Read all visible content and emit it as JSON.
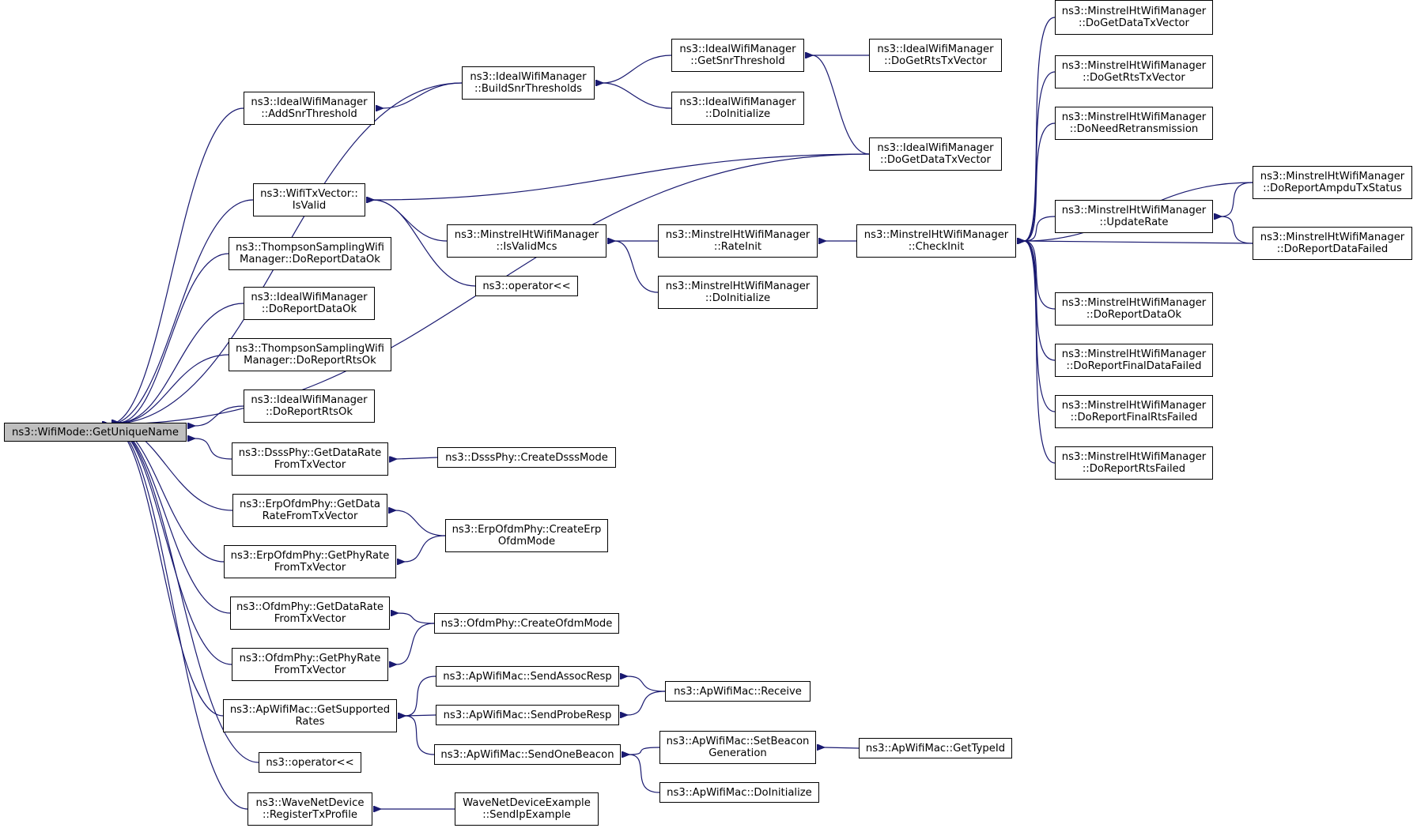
{
  "diagram": {
    "root": "n0",
    "colors": {
      "edge": "#191970",
      "border": "#000000",
      "root_fill": "#bfbfbf",
      "node_fill": "#ffffff"
    },
    "nodes": [
      {
        "id": "n0",
        "label": "ns3::WifiMode::GetUniqueName"
      },
      {
        "id": "n1",
        "label": "ns3::IdealWifiManager\n::AddSnrThreshold"
      },
      {
        "id": "n2",
        "label": "ns3::IdealWifiManager\n::BuildSnrThresholds"
      },
      {
        "id": "n3",
        "label": "ns3::IdealWifiManager\n::GetSnrThreshold"
      },
      {
        "id": "n4",
        "label": "ns3::IdealWifiManager\n::DoInitialize"
      },
      {
        "id": "n5",
        "label": "ns3::IdealWifiManager\n::DoGetRtsTxVector"
      },
      {
        "id": "n6",
        "label": "ns3::IdealWifiManager\n::DoGetDataTxVector"
      },
      {
        "id": "n7",
        "label": "ns3::WifiTxVector::\nIsValid"
      },
      {
        "id": "n8",
        "label": "ns3::MinstrelHtWifiManager\n::IsValidMcs"
      },
      {
        "id": "n9",
        "label": "ns3::operator<<"
      },
      {
        "id": "n10",
        "label": "ns3::MinstrelHtWifiManager\n::RateInit"
      },
      {
        "id": "n11",
        "label": "ns3::MinstrelHtWifiManager\n::DoInitialize"
      },
      {
        "id": "n12",
        "label": "ns3::MinstrelHtWifiManager\n::CheckInit"
      },
      {
        "id": "n13",
        "label": "ns3::MinstrelHtWifiManager\n::DoGetDataTxVector"
      },
      {
        "id": "n14",
        "label": "ns3::MinstrelHtWifiManager\n::DoGetRtsTxVector"
      },
      {
        "id": "n15",
        "label": "ns3::MinstrelHtWifiManager\n::DoNeedRetransmission"
      },
      {
        "id": "n16",
        "label": "ns3::MinstrelHtWifiManager\n::UpdateRate"
      },
      {
        "id": "n17",
        "label": "ns3::MinstrelHtWifiManager\n::DoReportAmpduTxStatus"
      },
      {
        "id": "n18",
        "label": "ns3::MinstrelHtWifiManager\n::DoReportDataFailed"
      },
      {
        "id": "n19",
        "label": "ns3::MinstrelHtWifiManager\n::DoReportDataOk"
      },
      {
        "id": "n20",
        "label": "ns3::MinstrelHtWifiManager\n::DoReportFinalDataFailed"
      },
      {
        "id": "n21",
        "label": "ns3::MinstrelHtWifiManager\n::DoReportFinalRtsFailed"
      },
      {
        "id": "n22",
        "label": "ns3::MinstrelHtWifiManager\n::DoReportRtsFailed"
      },
      {
        "id": "n23",
        "label": "ns3::ThompsonSamplingWifi\nManager::DoReportDataOk"
      },
      {
        "id": "n24",
        "label": "ns3::IdealWifiManager\n::DoReportDataOk"
      },
      {
        "id": "n25",
        "label": "ns3::ThompsonSamplingWifi\nManager::DoReportRtsOk"
      },
      {
        "id": "n26",
        "label": "ns3::IdealWifiManager\n::DoReportRtsOk"
      },
      {
        "id": "n27",
        "label": "ns3::DsssPhy::GetDataRate\nFromTxVector"
      },
      {
        "id": "n28",
        "label": "ns3::DsssPhy::CreateDsssMode"
      },
      {
        "id": "n29",
        "label": "ns3::ErpOfdmPhy::GetData\nRateFromTxVector"
      },
      {
        "id": "n30",
        "label": "ns3::ErpOfdmPhy::CreateErp\nOfdmMode"
      },
      {
        "id": "n31",
        "label": "ns3::ErpOfdmPhy::GetPhyRate\nFromTxVector"
      },
      {
        "id": "n32",
        "label": "ns3::OfdmPhy::GetDataRate\nFromTxVector"
      },
      {
        "id": "n33",
        "label": "ns3::OfdmPhy::CreateOfdmMode"
      },
      {
        "id": "n34",
        "label": "ns3::OfdmPhy::GetPhyRate\nFromTxVector"
      },
      {
        "id": "n35",
        "label": "ns3::ApWifiMac::GetSupported\nRates"
      },
      {
        "id": "n36",
        "label": "ns3::ApWifiMac::SendAssocResp"
      },
      {
        "id": "n37",
        "label": "ns3::ApWifiMac::SendProbeResp"
      },
      {
        "id": "n38",
        "label": "ns3::ApWifiMac::SendOneBeacon"
      },
      {
        "id": "n39",
        "label": "ns3::ApWifiMac::Receive"
      },
      {
        "id": "n40",
        "label": "ns3::ApWifiMac::SetBeacon\nGeneration"
      },
      {
        "id": "n41",
        "label": "ns3::ApWifiMac::GetTypeId"
      },
      {
        "id": "n42",
        "label": "ns3::ApWifiMac::DoInitialize"
      },
      {
        "id": "n43",
        "label": "ns3::operator<<"
      },
      {
        "id": "n44",
        "label": "ns3::WaveNetDevice\n::RegisterTxProfile"
      },
      {
        "id": "n45",
        "label": "WaveNetDeviceExample\n::SendIpExample"
      }
    ],
    "edges": [
      [
        "n2",
        "n0"
      ],
      [
        "n1",
        "n0"
      ],
      [
        "n6",
        "n0"
      ],
      [
        "n7",
        "n0"
      ],
      [
        "n23",
        "n0"
      ],
      [
        "n24",
        "n0"
      ],
      [
        "n25",
        "n0"
      ],
      [
        "n26",
        "n0"
      ],
      [
        "n27",
        "n0"
      ],
      [
        "n29",
        "n0"
      ],
      [
        "n31",
        "n0"
      ],
      [
        "n32",
        "n0"
      ],
      [
        "n34",
        "n0"
      ],
      [
        "n35",
        "n0"
      ],
      [
        "n43",
        "n0"
      ],
      [
        "n44",
        "n0"
      ],
      [
        "n2",
        "n1"
      ],
      [
        "n3",
        "n2"
      ],
      [
        "n4",
        "n2"
      ],
      [
        "n5",
        "n3"
      ],
      [
        "n6",
        "n3"
      ],
      [
        "n6",
        "n7"
      ],
      [
        "n8",
        "n7"
      ],
      [
        "n9",
        "n7"
      ],
      [
        "n10",
        "n8"
      ],
      [
        "n11",
        "n8"
      ],
      [
        "n12",
        "n10"
      ],
      [
        "n13",
        "n12"
      ],
      [
        "n14",
        "n12"
      ],
      [
        "n15",
        "n12"
      ],
      [
        "n16",
        "n12"
      ],
      [
        "n17",
        "n12"
      ],
      [
        "n18",
        "n12"
      ],
      [
        "n19",
        "n12"
      ],
      [
        "n20",
        "n12"
      ],
      [
        "n21",
        "n12"
      ],
      [
        "n22",
        "n12"
      ],
      [
        "n17",
        "n16"
      ],
      [
        "n18",
        "n16"
      ],
      [
        "n28",
        "n27"
      ],
      [
        "n30",
        "n29"
      ],
      [
        "n30",
        "n31"
      ],
      [
        "n33",
        "n32"
      ],
      [
        "n33",
        "n34"
      ],
      [
        "n36",
        "n35"
      ],
      [
        "n37",
        "n35"
      ],
      [
        "n38",
        "n35"
      ],
      [
        "n39",
        "n36"
      ],
      [
        "n39",
        "n37"
      ],
      [
        "n40",
        "n38"
      ],
      [
        "n42",
        "n38"
      ],
      [
        "n41",
        "n40"
      ],
      [
        "n45",
        "n44"
      ]
    ]
  }
}
